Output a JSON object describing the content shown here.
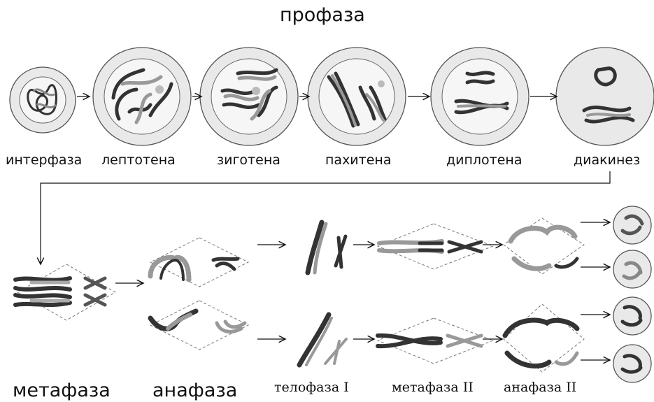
{
  "title": "профаза",
  "prophase_stages": [
    "интерфаза",
    "лептотена",
    "зиготена",
    "пахитена",
    "диплотена",
    "диакинез"
  ],
  "later_stages": [
    "метафаза",
    "анафаза",
    "телофаза I",
    "метафаза II",
    "анафаза II"
  ],
  "colors": {
    "dark": "#2f2f2f",
    "light": "#b9b9b9",
    "cell_fill": "#e9e9e9",
    "nucleus": "#f6f6f6"
  }
}
